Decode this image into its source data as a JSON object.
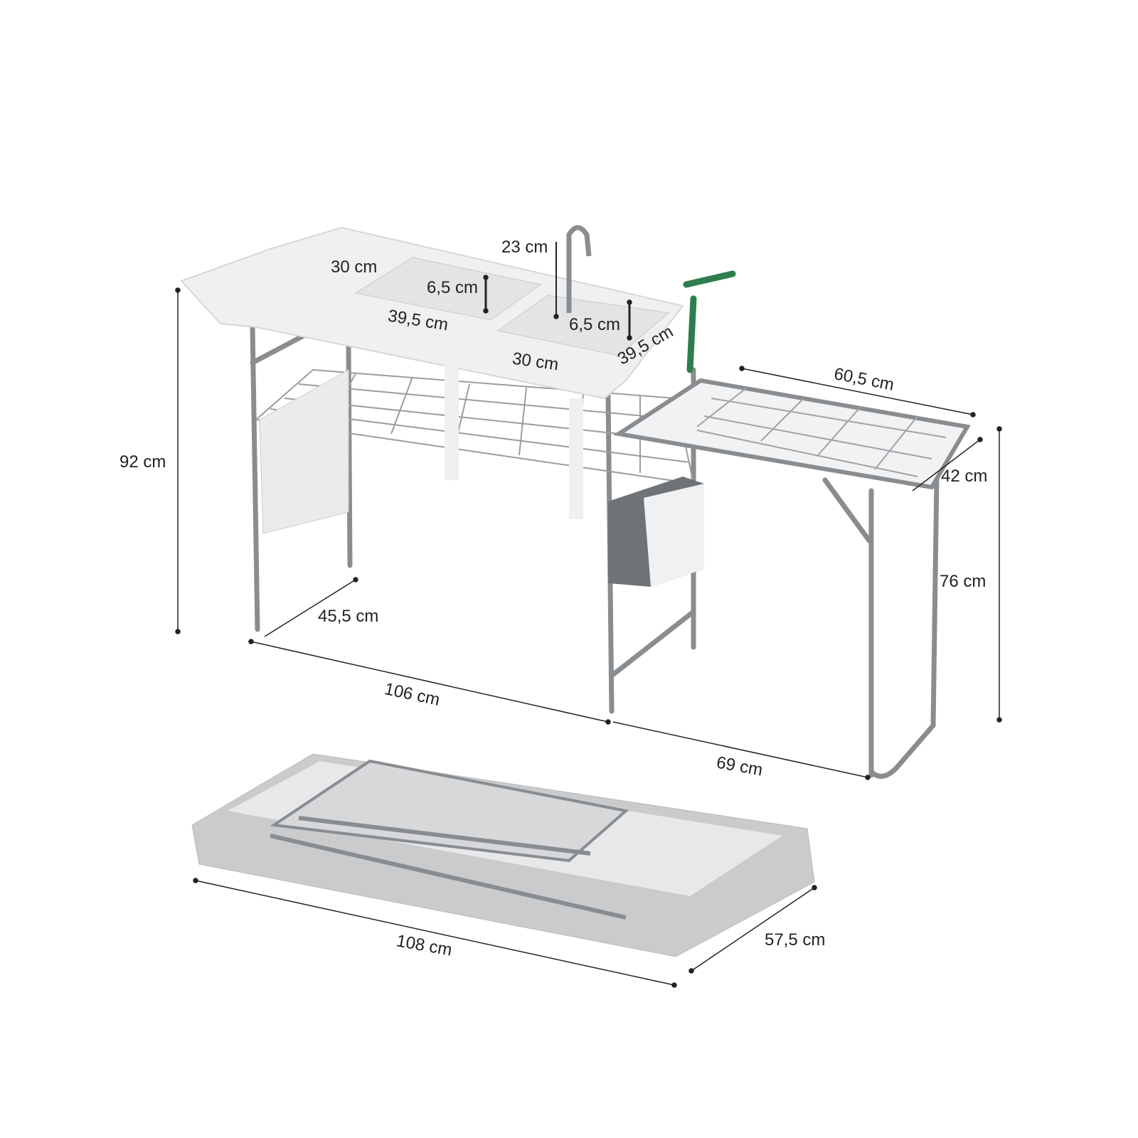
{
  "dimensions": {
    "faucet_height": "23 cm",
    "left_sink_width": "30 cm",
    "left_sink_depth": "6,5 cm",
    "left_sink_length": "39,5 cm",
    "right_sink_depth": "6,5 cm",
    "right_sink_width": "30 cm",
    "right_sink_length": "39,5 cm",
    "side_table_length": "60,5 cm",
    "total_height": "92 cm",
    "side_table_width": "42 cm",
    "side_table_height": "76 cm",
    "table_depth": "45,5 cm",
    "table_length": "106 cm",
    "extension_length": "69 cm",
    "folded_length": "108 cm",
    "folded_width": "57,5 cm"
  },
  "colors": {
    "frame": "#8a8d90",
    "plastic": "#eceeef",
    "hose": "#2e7d4f",
    "line": "#222222"
  }
}
